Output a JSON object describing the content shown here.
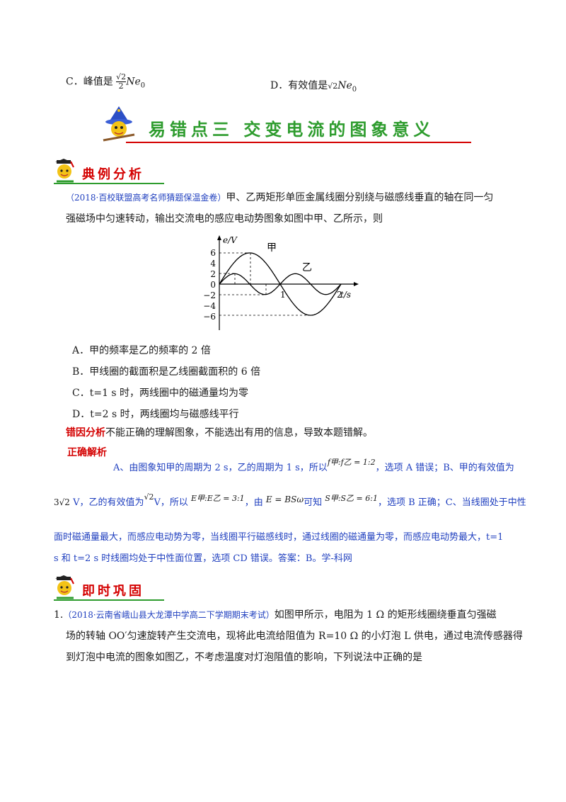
{
  "top_options": {
    "c": {
      "prefix": "C．峰值是",
      "sqrt": "√2",
      "den": "2",
      "tail": "Ne",
      "sub": "0"
    },
    "d": {
      "prefix": "D．有效值是",
      "sqrt": "√2",
      "tail": "Ne",
      "sub": "0"
    }
  },
  "banner": {
    "title": "易错点三  交变电流的图象意义"
  },
  "sections": {
    "example": "典例分析",
    "practice": "即时巩固"
  },
  "question": {
    "source": "（2018·百校联盟高考名师猜题保温金卷）",
    "line1": "甲、乙两矩形单匝金属线圈分别绕与磁感线垂直的轴在同一匀",
    "line2": "强磁场中匀速转动，输出交流电的感应电动势图象如图中甲、乙所示，则",
    "options": [
      "A．甲的频率是乙的频率的 2 倍",
      "B．甲线圈的截面积是乙线圈截面积的 6 倍",
      "C．t=1 s 时，两线圈中的磁通量均为零",
      "D．t=2 s 时，两线圈均与磁感线平行"
    ]
  },
  "graph": {
    "ylabel": "e/V",
    "xlabel": "t/s",
    "yticks": [
      "6",
      "4",
      "2",
      "0",
      "−2",
      "−4",
      "−6"
    ],
    "xticks": [
      "1",
      "2"
    ],
    "label_jia": "甲",
    "label_yi": "乙"
  },
  "analysis": {
    "error_label": "错因分析",
    "error_text": "不能正确的理解图象，不能选出有用的信息，导致本题错解。",
    "correct_label": "正确解析",
    "line1a": "A、由图象知甲的周期为 2 s，乙的周期为 1 s，所以",
    "ratio_f": "f甲:f乙 = 1:2",
    "line1b": "，选项 A 错误；B、甲的有效值为",
    "val_jia": "3√2",
    "line2a": "V，乙的有效值为",
    "val_yi": "√2",
    "line2b": "V，所以",
    "ratio_e": "E甲:E乙 = 3:1",
    "line2c": "，由",
    "formula": "E = BSω",
    "line2d": "可知",
    "ratio_s": "S甲:S乙 = 6:1",
    "line2e": "，选项 B 正确；C、当线圈处于中性",
    "line3": "面时磁通量最大，而感应电动势为零，当线圈平行磁感线时，通过线圈的磁通量为零，而感应电动势最大，t=1",
    "line4": "s 和 t=2 s 时线圈均处于中性面位置，选项 CD 错误。答案：B。学-科网"
  },
  "practice_q": {
    "num": "1.",
    "source": "（2018·云南省峨山县大龙潭中学高二下学期期末考试）",
    "line1": "如图甲所示，电阻为 1 Ω 的矩形线圈绕垂直匀强磁",
    "line2": "场的转轴 OO′匀速旋转产生交流电，现将此电流给阻值为 R=10 Ω 的小灯泡 L 供电，通过电流传感器得",
    "line3": "到灯泡中电流的图象如图乙，不考虑温度对灯泡阻值的影响，下列说法中正确的是"
  }
}
